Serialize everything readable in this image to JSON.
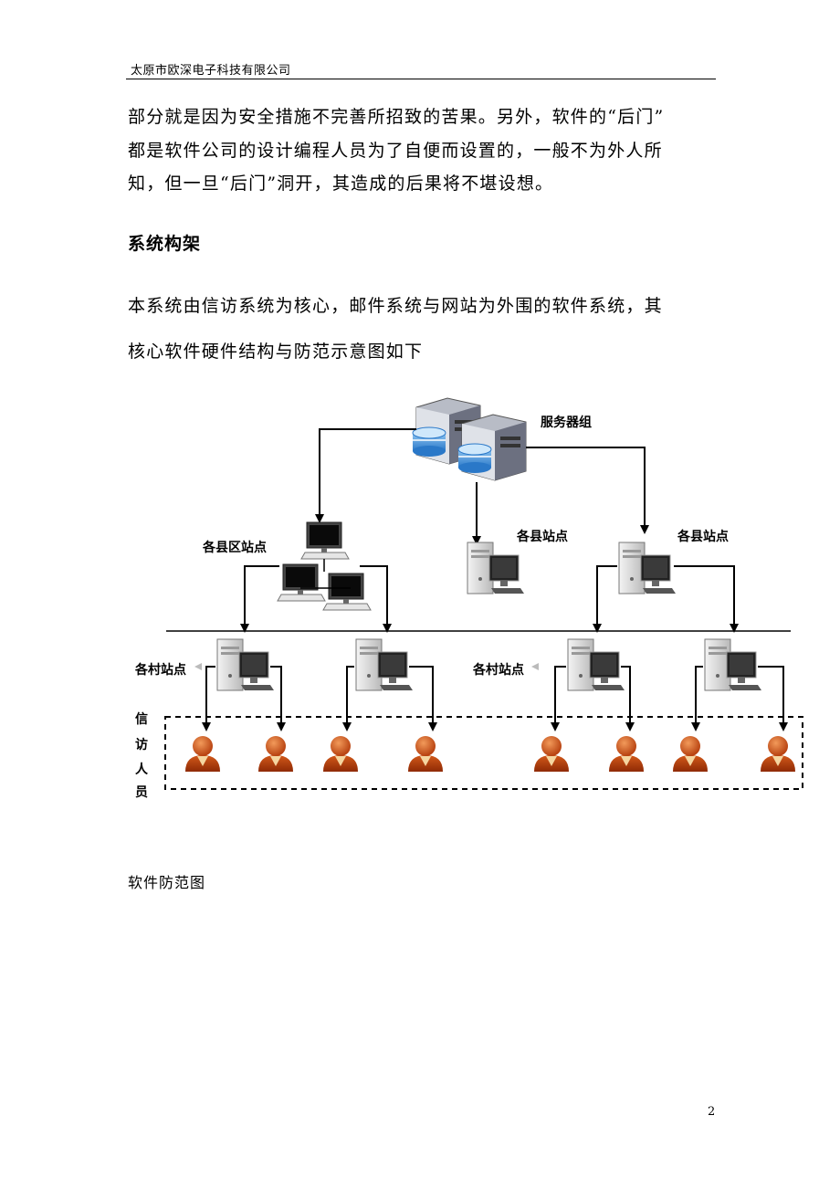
{
  "header": {
    "company": "太原市欧深电子科技有限公司"
  },
  "body": {
    "para1_lines": [
      "部分就是因为安全措施不完善所招致的苦果。另外，软件的“后门”",
      "都是软件公司的设计编程人员为了自便而设置的，一般不为外人所",
      "知，但一旦“后门”洞开，其造成的后果将不堪设想。"
    ],
    "heading": "系统构架",
    "para2_lines": [
      "本系统由信访系统为核心，邮件系统与网站为外围的软件系统，其",
      "核心软件硬件结构与防范示意图如下"
    ]
  },
  "diagram": {
    "server_group_label": "服务器组",
    "district_station_label": "各县区站点",
    "county_station_label_1": "各县站点",
    "county_station_label_2": "各县站点",
    "village_station_label_1": "各村站点",
    "village_station_label_2": "各村站点",
    "petitioner_label": [
      "信",
      "访",
      "人",
      "员"
    ],
    "icons": [
      "server-icon",
      "desktop-computer-icon",
      "workstation-icon",
      "user-icon"
    ]
  },
  "caption": "软件防范图",
  "page_number": "2"
}
